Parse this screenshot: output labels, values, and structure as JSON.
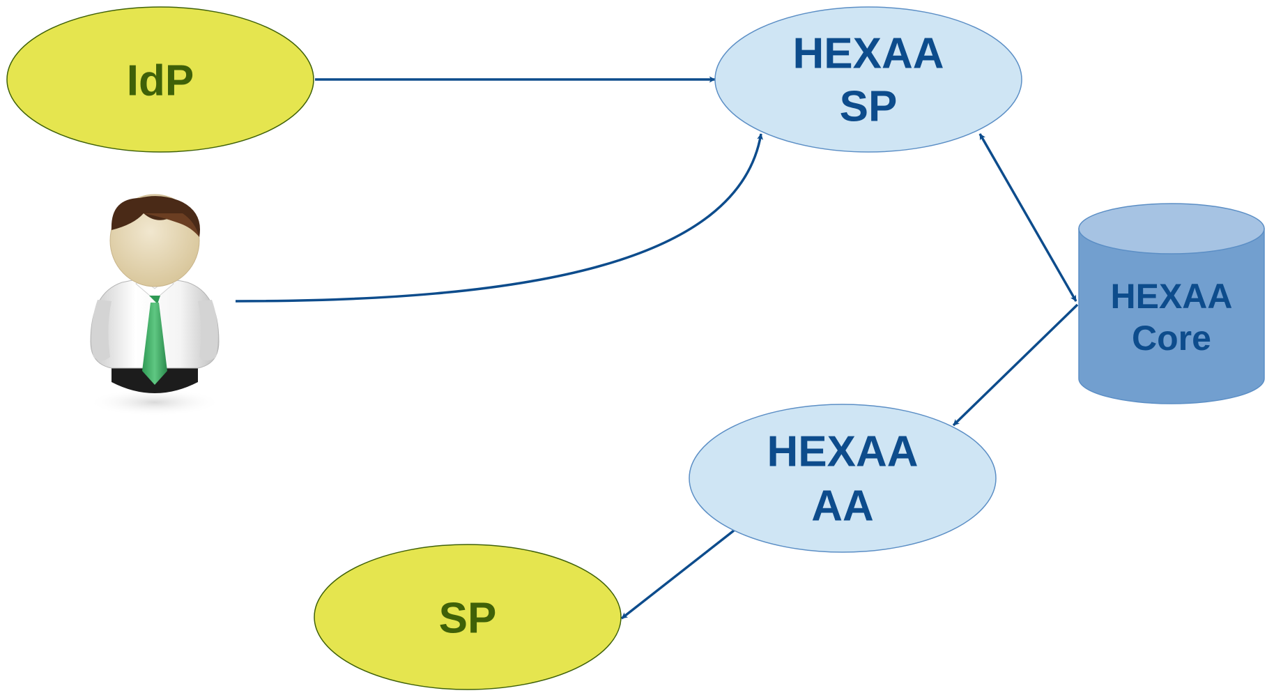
{
  "nodes": {
    "idp": {
      "label": "IdP",
      "fill": "#e5e54f",
      "text_color": "#3f6108"
    },
    "hexaa_sp": {
      "line1": "HEXAA",
      "line2": "SP",
      "fill": "#cfe5f4",
      "text_color": "#0d4c8c"
    },
    "hexaa_core": {
      "line1": "HEXAA",
      "line2": "Core",
      "fill": "#729fcf",
      "top_fill": "#a6c3e3",
      "text_color": "#0d4c8c"
    },
    "hexaa_aa": {
      "line1": "HEXAA",
      "line2": "AA",
      "fill": "#cfe5f4",
      "text_color": "#0d4c8c"
    },
    "sp": {
      "label": "SP",
      "fill": "#e5e54f",
      "text_color": "#3f6108"
    }
  },
  "user_icon": "person-icon",
  "edges": [
    {
      "from": "IdP",
      "to": "HEXAA SP",
      "direction": "forward"
    },
    {
      "from": "User",
      "to": "HEXAA SP",
      "direction": "forward"
    },
    {
      "from": "HEXAA SP",
      "to": "HEXAA Core",
      "direction": "both"
    },
    {
      "from": "HEXAA Core",
      "to": "HEXAA AA",
      "direction": "forward"
    },
    {
      "from": "HEXAA AA",
      "to": "SP",
      "direction": "forward"
    }
  ],
  "colors": {
    "arrow": "#0d4c8c",
    "yellow_border": "#3f6108",
    "blue_border": "#5b8ec5"
  }
}
